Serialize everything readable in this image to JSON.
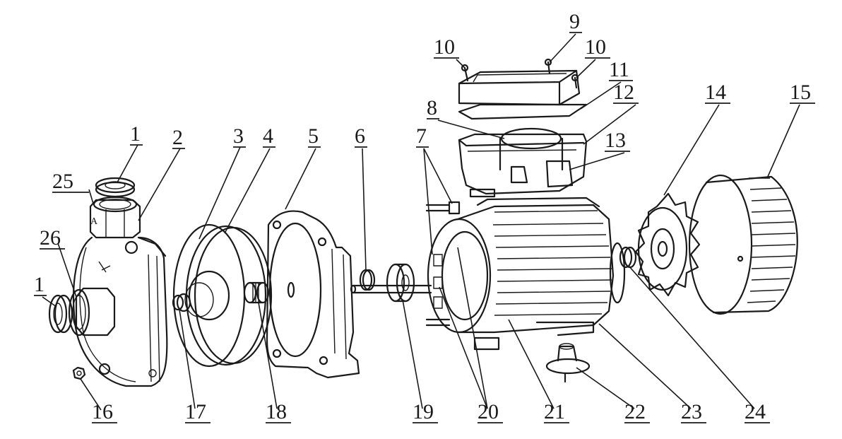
{
  "callouts": [
    {
      "id": "c1a",
      "text": "1"
    },
    {
      "id": "c1b",
      "text": "1"
    },
    {
      "id": "c2",
      "text": "2"
    },
    {
      "id": "c3",
      "text": "3"
    },
    {
      "id": "c4",
      "text": "4"
    },
    {
      "id": "c5",
      "text": "5"
    },
    {
      "id": "c6",
      "text": "6"
    },
    {
      "id": "c7",
      "text": "7"
    },
    {
      "id": "c8",
      "text": "8"
    },
    {
      "id": "c9",
      "text": "9"
    },
    {
      "id": "c10a",
      "text": "10"
    },
    {
      "id": "c10b",
      "text": "10"
    },
    {
      "id": "c11",
      "text": "11"
    },
    {
      "id": "c12",
      "text": "12"
    },
    {
      "id": "c13",
      "text": "13"
    },
    {
      "id": "c14",
      "text": "14"
    },
    {
      "id": "c15",
      "text": "15"
    },
    {
      "id": "c16",
      "text": "16"
    },
    {
      "id": "c17",
      "text": "17"
    },
    {
      "id": "c18",
      "text": "18"
    },
    {
      "id": "c19",
      "text": "19"
    },
    {
      "id": "c20",
      "text": "20"
    },
    {
      "id": "c21",
      "text": "21"
    },
    {
      "id": "c22",
      "text": "22"
    },
    {
      "id": "c23",
      "text": "23"
    },
    {
      "id": "c24",
      "text": "24"
    },
    {
      "id": "c25",
      "text": "25"
    },
    {
      "id": "c26",
      "text": "26"
    }
  ],
  "markings": {
    "housing_letter": "A"
  }
}
